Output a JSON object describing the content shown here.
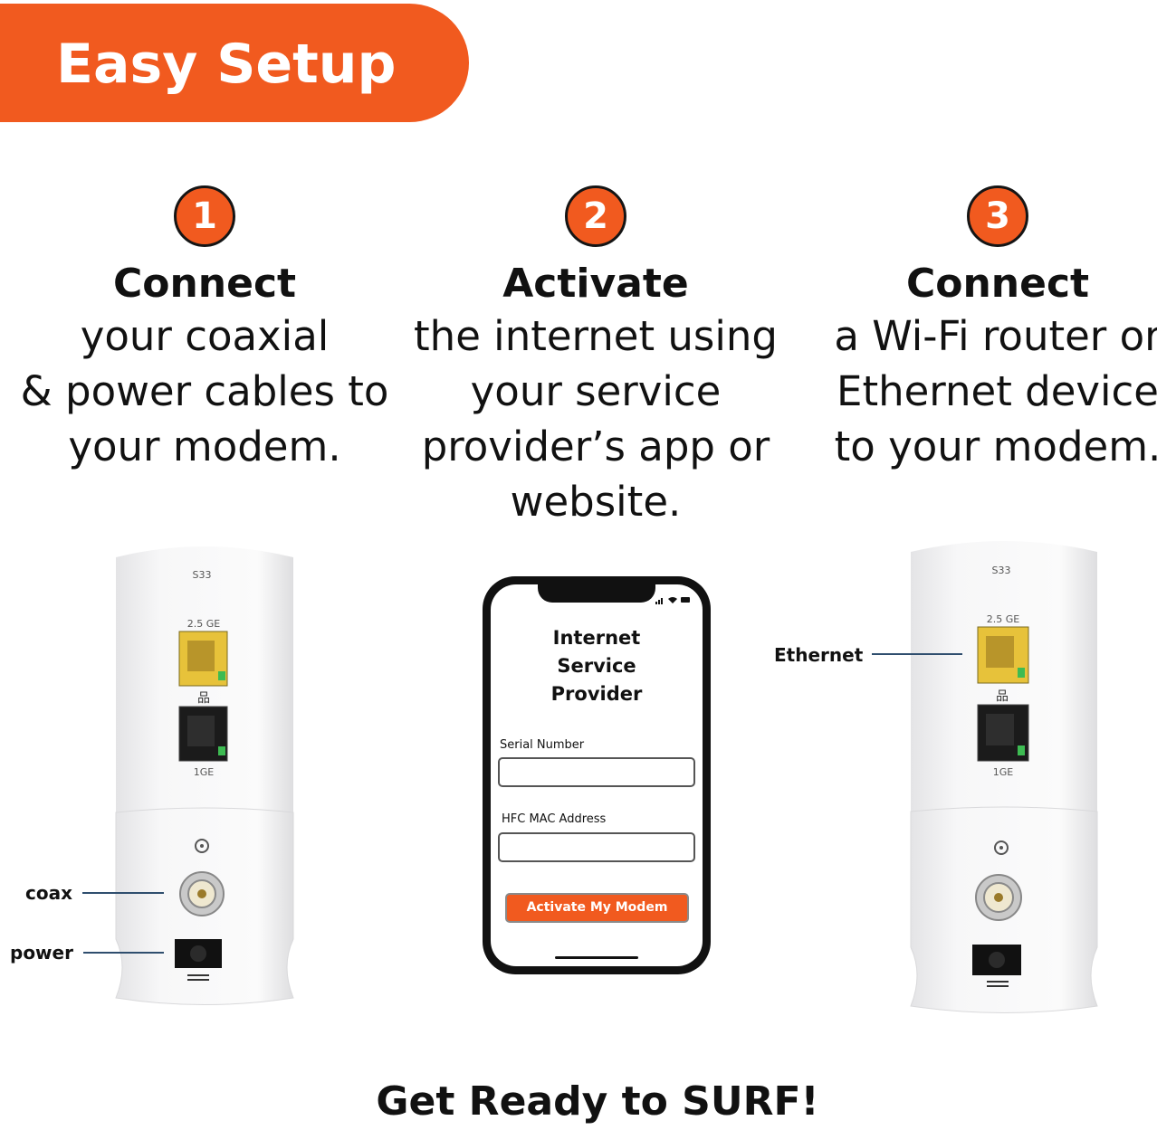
{
  "banner": {
    "title": "Easy Setup"
  },
  "steps": [
    {
      "number": "1",
      "title": "Connect",
      "lines": [
        "your coaxial",
        "& power cables to",
        "your modem."
      ]
    },
    {
      "number": "2",
      "title": "Activate",
      "lines": [
        "the internet using",
        "your service",
        "provider’s app or",
        "website."
      ]
    },
    {
      "number": "3",
      "title": "Connect",
      "lines": [
        "a Wi-Fi router or",
        "Ethernet device",
        "to your modem."
      ]
    }
  ],
  "modem": {
    "model": "S33",
    "port_top_label": "2.5 GE",
    "port_bottom_label": "1GE"
  },
  "callouts": {
    "coax": "coax",
    "power": "power",
    "ethernet": "Ethernet"
  },
  "phone": {
    "title_lines": [
      "Internet",
      "Service",
      "Provider"
    ],
    "serial_label": "Serial Number",
    "serial_value": "",
    "mac_label": "HFC MAC Address",
    "mac_value": "",
    "button_label": "Activate My Modem"
  },
  "footer": {
    "text": "Get Ready to SURF!"
  },
  "colors": {
    "accent": "#f15a1f",
    "leader": "#2f4e6e",
    "port_yellow": "#e7c23a"
  }
}
